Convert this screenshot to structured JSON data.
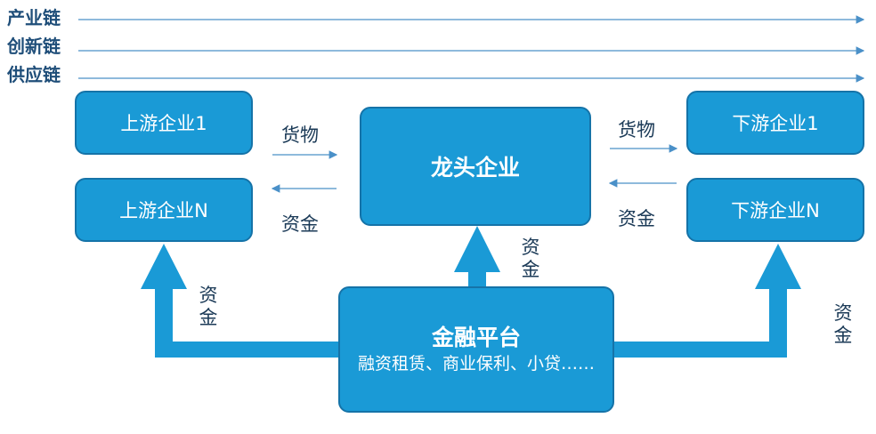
{
  "chains": [
    "产业链",
    "创新链",
    "供应链"
  ],
  "boxes": {
    "upstream_1": "上游企业1",
    "upstream_n": "上游企业N",
    "leader": "龙头企业",
    "downstream_1": "下游企业1",
    "downstream_n": "下游企业N",
    "platform_title": "金融平台",
    "platform_desc": "融资租赁、商业保利、小贷……"
  },
  "flows": {
    "goods_left": "货物",
    "funds_left": "资金",
    "goods_right": "货物",
    "funds_right": "资金",
    "funds_up_leader": "资金",
    "funds_up_left": "资金",
    "funds_up_right": "资金"
  },
  "colors": {
    "box_fill": "#1a9ad6",
    "box_border": "#1573a8",
    "chain_text": "#1f4e79",
    "line": "#4a90c8",
    "thick_arrow": "#1a9ad6"
  }
}
